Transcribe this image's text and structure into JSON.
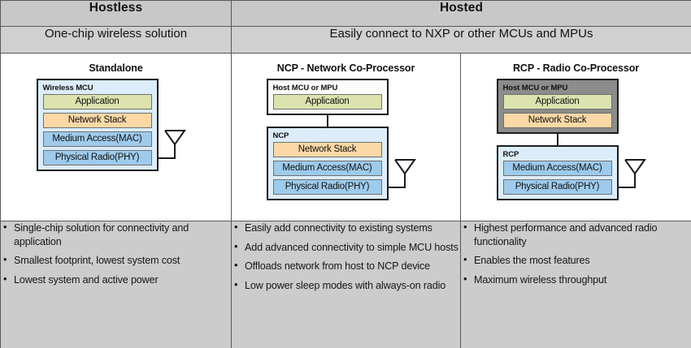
{
  "header": {
    "hostless": "Hostless",
    "hosted": "Hosted"
  },
  "subtitle": {
    "hostless": "One-chip wireless solution",
    "hosted": "Easily connect to NXP or other MCUs and MPUs"
  },
  "colors": {
    "application": "#dde3ae",
    "network_stack": "#fbd8a5",
    "radio_layer": "#9ecbec",
    "chip_blue": "#dcedf9",
    "host_gray": "#8c8c8c",
    "host_white": "#fbfbfb",
    "header_band": "#c8c8c8",
    "subtitle_band": "#d0d0d0",
    "bullets_band": "#cccccc",
    "outline": "#1c1c1c"
  },
  "columns": [
    {
      "id": "standalone",
      "diagram_title": "Standalone",
      "boxes": [
        {
          "id": "wireless-mcu",
          "label": "Wireless MCU",
          "fill": "blue",
          "layers": [
            {
              "id": "application",
              "label": "Application",
              "kind": "app"
            },
            {
              "id": "network-stack",
              "label": "Network Stack",
              "kind": "net"
            },
            {
              "id": "medium-access",
              "label": "Medium Access(MAC)",
              "kind": "mac"
            },
            {
              "id": "physical-radio",
              "label": "Physical Radio(PHY)",
              "kind": "phy"
            }
          ]
        }
      ],
      "antenna": true,
      "bullets": [
        "Single-chip solution for connectivity and application",
        "Smallest footprint, lowest system cost",
        "Lowest system and active power"
      ]
    },
    {
      "id": "ncp",
      "diagram_title": "NCP - Network Co-Processor",
      "boxes": [
        {
          "id": "host-mcu-mpu",
          "label": "Host MCU or MPU",
          "fill": "white",
          "layers": [
            {
              "id": "application",
              "label": "Application",
              "kind": "app"
            }
          ]
        },
        {
          "id": "ncp",
          "label": "NCP",
          "fill": "blue",
          "layers": [
            {
              "id": "network-stack",
              "label": "Network Stack",
              "kind": "net"
            },
            {
              "id": "medium-access",
              "label": "Medium Access(MAC)",
              "kind": "mac"
            },
            {
              "id": "physical-radio",
              "label": "Physical Radio(PHY)",
              "kind": "phy"
            }
          ]
        }
      ],
      "antenna": true,
      "bullets": [
        "Easily add connectivity to existing systems",
        "Add advanced connectivity to simple MCU hosts",
        "Offloads network from host to NCP device",
        "Low power sleep modes with always-on radio"
      ]
    },
    {
      "id": "rcp",
      "diagram_title": "RCP - Radio Co-Processor",
      "boxes": [
        {
          "id": "host-mcu-mpu",
          "label": "Host MCU or MPU",
          "fill": "gray",
          "layers": [
            {
              "id": "application",
              "label": "Application",
              "kind": "app"
            },
            {
              "id": "network-stack",
              "label": "Network Stack",
              "kind": "net"
            }
          ]
        },
        {
          "id": "rcp",
          "label": "RCP",
          "fill": "blue",
          "layers": [
            {
              "id": "medium-access",
              "label": "Medium Access(MAC)",
              "kind": "mac"
            },
            {
              "id": "physical-radio",
              "label": "Physical Radio(PHY)",
              "kind": "phy"
            }
          ]
        }
      ],
      "antenna": true,
      "bullets": [
        "Highest performance and advanced radio functionality",
        "Enables the most features",
        "Maximum wireless throughput"
      ]
    }
  ]
}
